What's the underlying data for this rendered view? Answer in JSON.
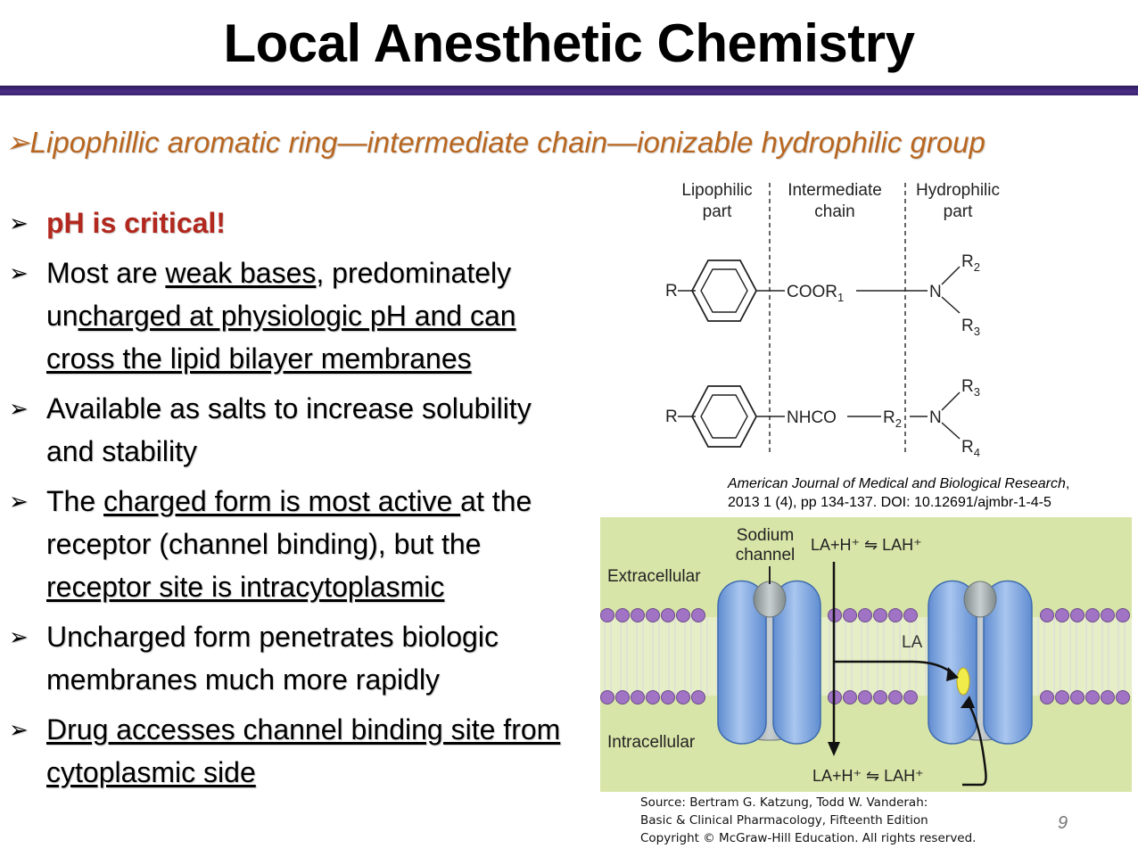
{
  "slide": {
    "title": "Local Anesthetic Chemistry",
    "subtitle": "Lipophillic aromatic ring—intermediate chain—ionizable hydrophilic group",
    "bullets": [
      {
        "parts": [
          {
            "t": "pH is critical!",
            "u": false
          }
        ],
        "style": "red"
      },
      {
        "parts": [
          {
            "t": "Most are ",
            "u": false
          },
          {
            "t": "weak bases",
            "u": true
          },
          {
            "t": ", predominately un",
            "u": false
          },
          {
            "t": "charged at physiologic pH and can cross the lipid bilayer membranes",
            "u": true
          }
        ]
      },
      {
        "parts": [
          {
            "t": "Available as salts to increase solubility and stability",
            "u": false
          }
        ]
      },
      {
        "parts": [
          {
            "t": "The ",
            "u": false
          },
          {
            "t": "charged form is most active ",
            "u": true
          },
          {
            "t": "at the receptor (channel binding), but the ",
            "u": false
          },
          {
            "t": "receptor site is intracytoplasmic",
            "u": true
          }
        ]
      },
      {
        "parts": [
          {
            "t": "Uncharged form penetrates biologic membranes much more rapidly",
            "u": false
          }
        ]
      },
      {
        "parts": [
          {
            "t": "Drug accesses channel binding site from cytoplasmic side",
            "u": true
          }
        ]
      }
    ],
    "page_number": "9"
  },
  "structure_figure": {
    "headers": [
      {
        "line1": "Lipophilic",
        "line2": "part"
      },
      {
        "line1": "Intermediate",
        "line2": "chain"
      },
      {
        "line1": "Hydrophilic",
        "line2": "part"
      }
    ],
    "ester": {
      "r": "R",
      "link": "COOR",
      "link_sub": "1",
      "n": "N",
      "top": "R",
      "top_sub": "2",
      "bottom": "R",
      "bottom_sub": "3"
    },
    "amide": {
      "r": "R",
      "link": "NHCO",
      "mid": "R",
      "mid_sub": "2",
      "n": "N",
      "top": "R",
      "top_sub": "3",
      "bottom": "R",
      "bottom_sub": "4"
    }
  },
  "citation": {
    "journal": "American Journal of Medical and Biological Research",
    "details": "2013 1 (4), pp 134-137. DOI: 10.12691/ajmbr-1-4-5"
  },
  "membrane_figure": {
    "sodium_label_1": "Sodium",
    "sodium_label_2": "channel",
    "top_equation": "LA+H⁺ ⇋ LAH⁺",
    "extracellular": "Extracellular",
    "intracellular": "Intracellular",
    "la_label": "LA",
    "bottom_equation": "LA+H⁺ ⇋ LAH⁺",
    "colors": {
      "background": "#d8e5a8",
      "channel": "#7ea6de",
      "lipid_head": "#a073c4",
      "binding_site": "#f2ec4a"
    }
  },
  "source": {
    "line1": "Source: Bertram G. Katzung, Todd W. Vanderah:",
    "line2": "Basic & Clinical Pharmacology, Fifteenth Edition",
    "line3": "Copyright © McGraw-Hill Education. All rights reserved."
  }
}
